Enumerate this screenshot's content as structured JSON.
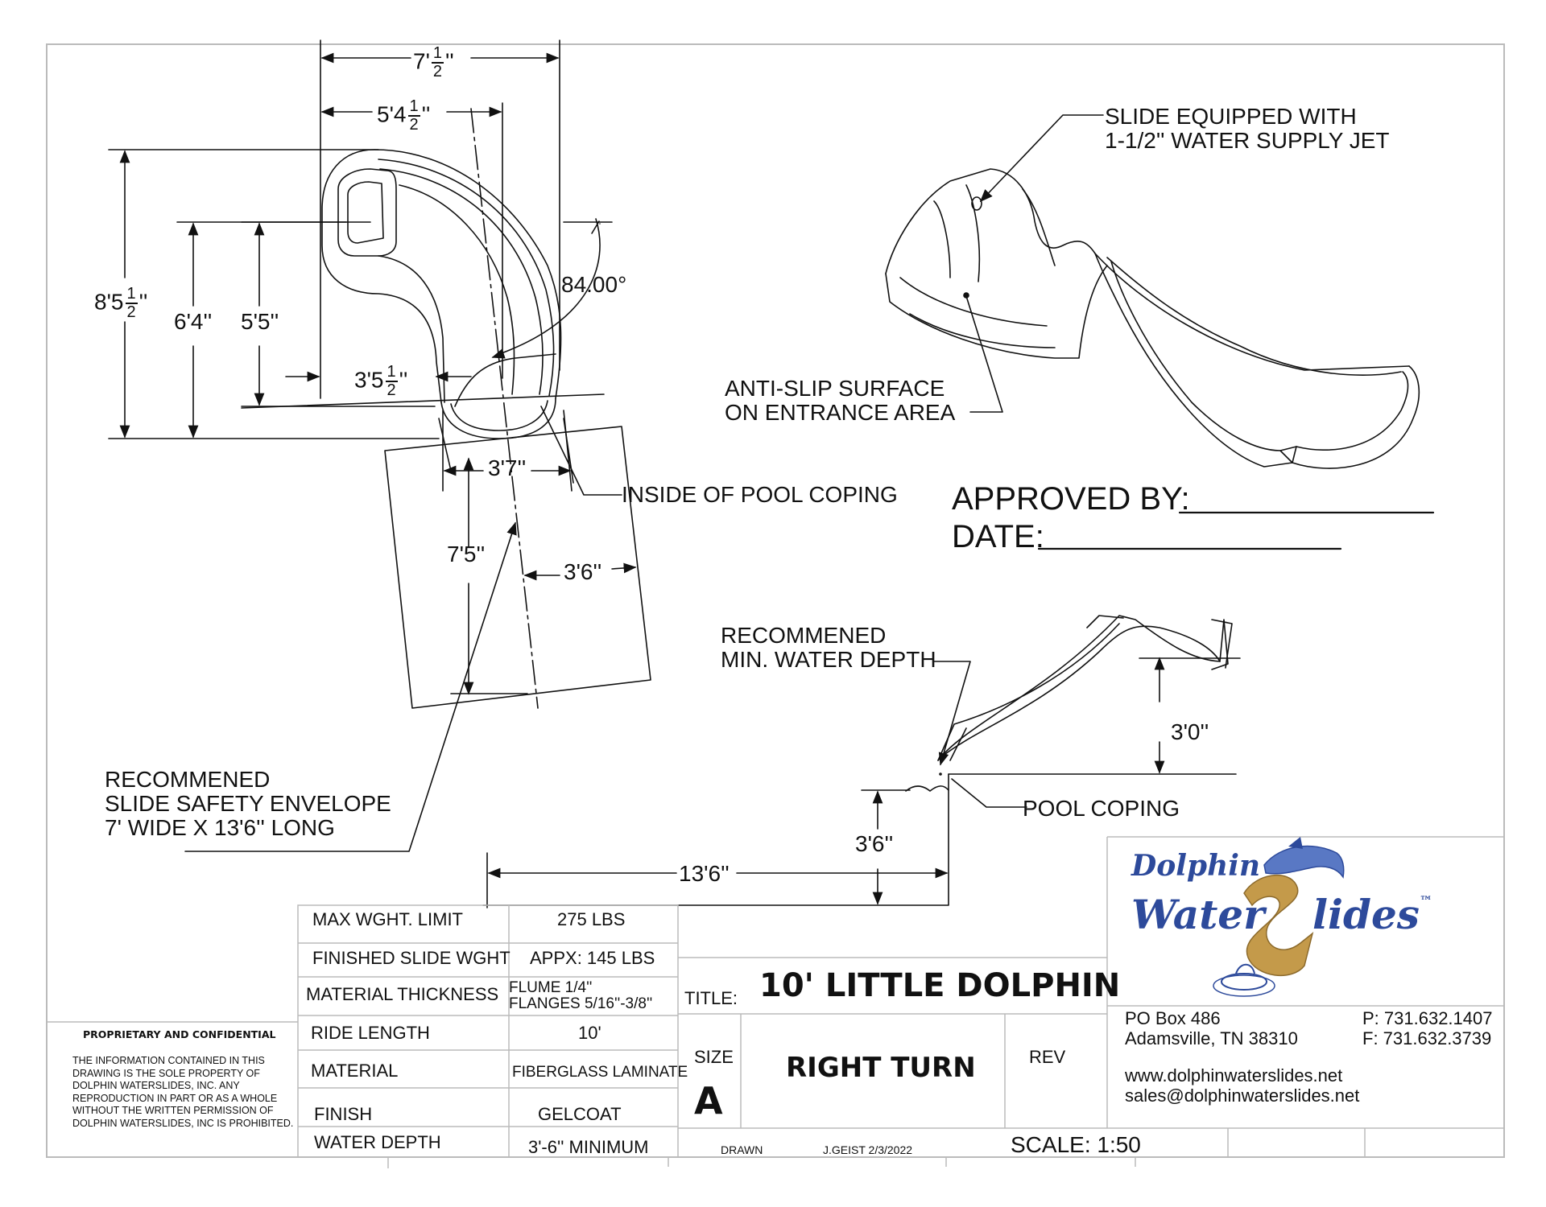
{
  "dimensions": {
    "top_width": "7'",
    "top_frac_num": "1",
    "top_frac_den": "2",
    "top_suffix": "''",
    "upper_width": "5'4",
    "upper_frac_num": "1",
    "upper_frac_den": "2",
    "upper_suffix": "''",
    "total_height": "8'5",
    "total_frac_num": "1",
    "total_frac_den": "2",
    "total_suffix": "''",
    "mid_height": "6'4''",
    "inner_height": "5'5''",
    "side_offset": "3'5",
    "side_frac_num": "1",
    "side_frac_den": "2",
    "side_suffix": "''",
    "angle": "84.00°",
    "exit_width": "3'7''",
    "envelope_depth": "7'5''",
    "half_width": "3'6''",
    "slide_height_above_coping": "3'0''",
    "water_depth": "3'6''",
    "envelope_length": "13'6''"
  },
  "callouts": {
    "inside_coping": "INSIDE OF POOL COPING",
    "jet_line1": "SLIDE EQUIPPED WITH",
    "jet_line2": "1-1/2'' WATER SUPPLY JET",
    "anti_slip_line1": "ANTI-SLIP SURFACE",
    "anti_slip_line2": "ON ENTRANCE AREA",
    "min_depth_line1": "RECOMMENED",
    "min_depth_line2": "MIN. WATER DEPTH",
    "pool_coping": "POOL COPING",
    "envelope_line1": "RECOMMENED",
    "envelope_line2": "SLIDE SAFETY ENVELOPE",
    "envelope_line3": "7' WIDE X 13'6'' LONG"
  },
  "approval": {
    "approved_by": "APPROVED BY:",
    "date": "DATE:"
  },
  "specs": [
    {
      "label": "MAX WGHT. LIMIT",
      "value": "275 LBS"
    },
    {
      "label": "FINISHED SLIDE WGHT",
      "value": "APPX: 145 LBS"
    },
    {
      "label": "MATERIAL THICKNESS",
      "value": "FLUME 1/4''",
      "value2": "FLANGES 5/16''-3/8''"
    },
    {
      "label": "RIDE LENGTH",
      "value": "10'"
    },
    {
      "label": "MATERIAL",
      "value": "FIBERGLASS LAMINATE"
    },
    {
      "label": "FINISH",
      "value": "GELCOAT"
    },
    {
      "label": "WATER DEPTH",
      "value": "3'-6'' MINIMUM"
    }
  ],
  "proprietary": {
    "heading": "PROPRIETARY AND CONFIDENTIAL",
    "text": "THE INFORMATION CONTAINED IN THIS DRAWING IS THE SOLE PROPERTY OF DOLPHIN WATERSLIDES, INC. ANY REPRODUCTION IN PART OR AS A WHOLE WITHOUT THE WRITTEN PERMISSION OF DOLPHIN WATERSLIDES, INC IS PROHIBITED."
  },
  "title_block": {
    "title_label": "TITLE:",
    "title": "10' LITTLE DOLPHIN",
    "size_label": "SIZE",
    "size_value": "A",
    "subtitle": "RIGHT TURN",
    "rev_label": "REV",
    "drawn_label": "DRAWN",
    "drawn_by": "J.GEIST  2/3/2022",
    "scale": "SCALE: 1:50"
  },
  "company": {
    "logo_word1": "Dolphin",
    "logo_word2a": "Water",
    "logo_word2b": "lides",
    "trademark": "™",
    "address1": "PO Box 486",
    "address2": "Adamsville, TN 38310",
    "phone": "P: 731.632.1407",
    "fax": "F: 731.632.3739",
    "website": "www.dolphinwaterslides.net",
    "email": "sales@dolphinwaterslides.net",
    "colors": {
      "logo_blue": "#2d4a9b",
      "logo_gold": "#c49a4a",
      "logo_gold_dark": "#8c6a2c"
    }
  }
}
